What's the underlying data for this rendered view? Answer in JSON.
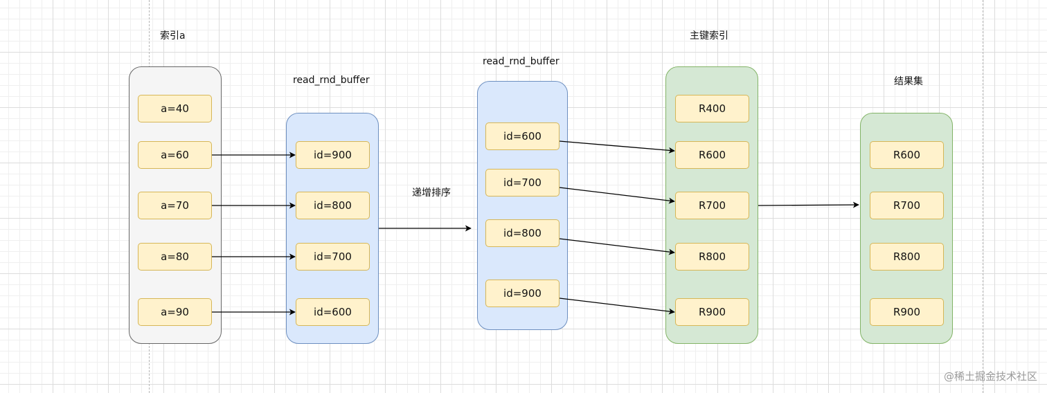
{
  "labels": {
    "index_a": "索引a",
    "read_rnd_buffer_1": "read_rnd_buffer",
    "read_rnd_buffer_2": "read_rnd_buffer",
    "sort_label": "递增排序",
    "primary_index": "主键索引",
    "result_set": "结果集"
  },
  "index_a": [
    "a=40",
    "a=60",
    "a=70",
    "a=80",
    "a=90"
  ],
  "buffer_unsorted": [
    "id=900",
    "id=800",
    "id=700",
    "id=600"
  ],
  "buffer_sorted": [
    "id=600",
    "id=700",
    "id=800",
    "id=900"
  ],
  "primary_key": [
    "R400",
    "R600",
    "R700",
    "R800",
    "R900"
  ],
  "result": [
    "R600",
    "R700",
    "R800",
    "R900"
  ],
  "watermark": "@稀土掘金技术社区",
  "colors": {
    "node_fill": "#fff2cc",
    "node_stroke": "#d6b656",
    "gray_fill": "#f5f5f5",
    "blue_fill": "#dae8fc",
    "green_fill": "#d5e8d4",
    "arrow": "#000000"
  }
}
